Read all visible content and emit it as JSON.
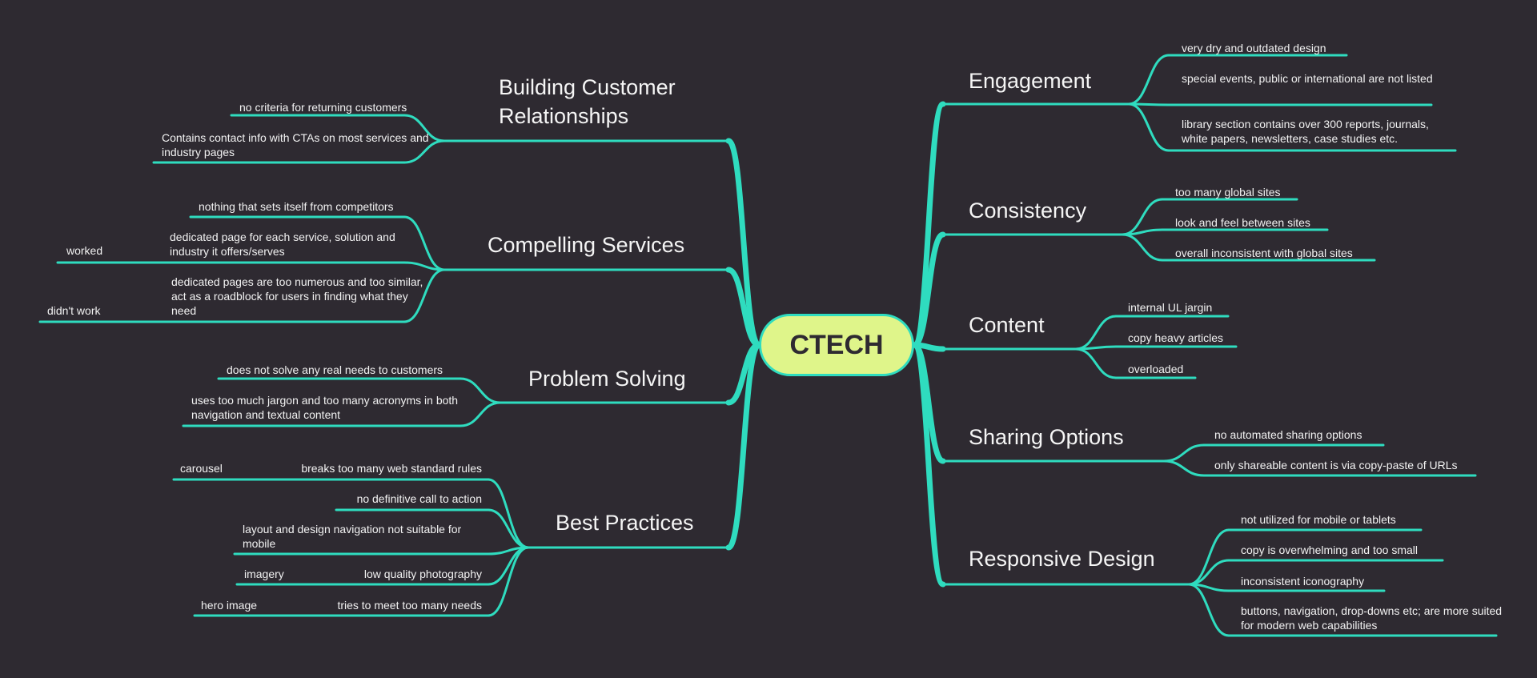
{
  "root": "CTECH",
  "accent_color": "#2fdcbf",
  "root_color": "#dff58a",
  "background_color": "#2e2a31",
  "right": [
    {
      "label": "Engagement",
      "children": [
        "very dry and outdated design",
        "special events, public or international are not listed",
        "library section contains over 300 reports, journals, white papers, newsletters, case studies etc."
      ]
    },
    {
      "label": "Consistency",
      "children": [
        "too many global sites",
        "look and feel between sites",
        "overall inconsistent with global sites"
      ]
    },
    {
      "label": "Content",
      "children": [
        "internal UL jargin",
        "copy heavy articles",
        "overloaded"
      ]
    },
    {
      "label": "Sharing Options",
      "children": [
        "no automated sharing options",
        "only shareable content is via copy-paste of URLs"
      ]
    },
    {
      "label": "Responsive Design",
      "children": [
        "not utilized for mobile or tablets",
        "copy is overwhelming and too small",
        "inconsistent iconography",
        "buttons, navigation, drop-downs etc; are more suited for modern web capabilities"
      ]
    }
  ],
  "left": [
    {
      "label": "Building Customer Relationships",
      "children": [
        {
          "text": "no criteria for returning customers"
        },
        {
          "text": "Contains contact info with CTAs on most services and industry pages"
        }
      ]
    },
    {
      "label": "Compelling Services",
      "children": [
        {
          "text": "nothing that sets itself from competitors"
        },
        {
          "text": "dedicated page for each service, solution and industry it offers/serves",
          "sub": "worked"
        },
        {
          "text": "dedicated pages are too numerous and too similar, act as a roadblock for users in finding what they need",
          "sub": "didn't work"
        }
      ]
    },
    {
      "label": "Problem Solving",
      "children": [
        {
          "text": "does not solve any real needs to customers"
        },
        {
          "text": "uses too much jargon and too many acronyms in both navigation and textual content"
        }
      ]
    },
    {
      "label": "Best Practices",
      "children": [
        {
          "text": "breaks too many web standard rules",
          "sub": "carousel"
        },
        {
          "text": "no definitive call to action"
        },
        {
          "text": "layout and design navigation not suitable for mobile"
        },
        {
          "text": "low quality photography",
          "sub": "imagery"
        },
        {
          "text": "tries to meet too many needs",
          "sub": "hero image"
        }
      ]
    }
  ]
}
